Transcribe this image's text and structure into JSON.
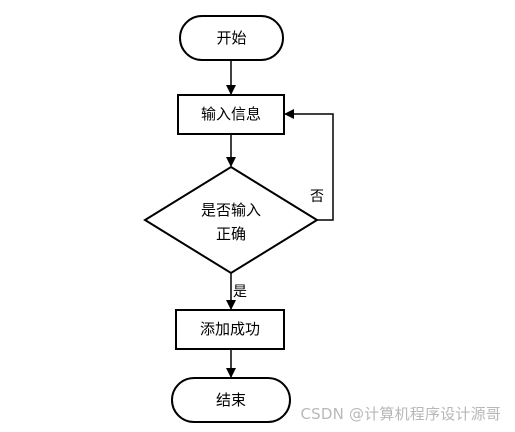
{
  "nodes": {
    "start": "开始",
    "input": "输入信息",
    "decision_line1": "是否输入",
    "decision_line2": "正确",
    "success": "添加成功",
    "end": "结束"
  },
  "edges": {
    "no_label": "否",
    "yes_label": "是"
  },
  "watermark": "CSDN @计算机程序设计源哥",
  "colors": {
    "stroke": "#000000",
    "fill": "#ffffff",
    "watermark": "#b8b8b8"
  }
}
